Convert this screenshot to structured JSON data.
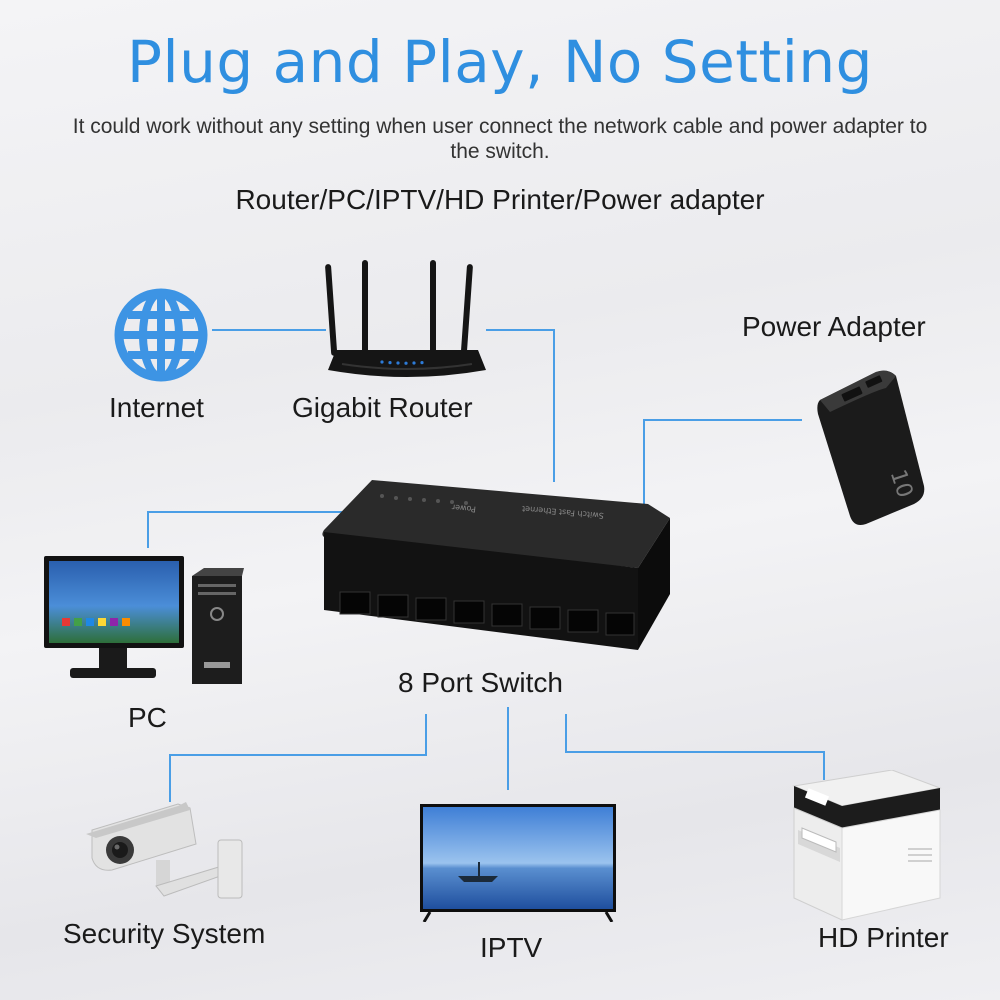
{
  "header": {
    "title": "Plug and Play, No Setting",
    "subtitle": "It could work without any setting when user connect the network cable and power adapter to the switch.",
    "devices": "Router/PC/IPTV/HD Printer/Power adapter"
  },
  "nodes": {
    "internet": "Internet",
    "router": "Gigabit Router",
    "power_adapter": "Power Adapter",
    "pc": "PC",
    "switch": "8 Port Switch",
    "security": "Security System",
    "iptv": "IPTV",
    "printer": "HD Printer"
  },
  "switch_panel": {
    "power_label": "Power",
    "model_text": "Switch Fast Ethernet"
  },
  "power_bank_text": "10",
  "colors": {
    "accent": "#2f8fe0",
    "connector": "#4a9ee6",
    "device_dark": "#151515"
  }
}
